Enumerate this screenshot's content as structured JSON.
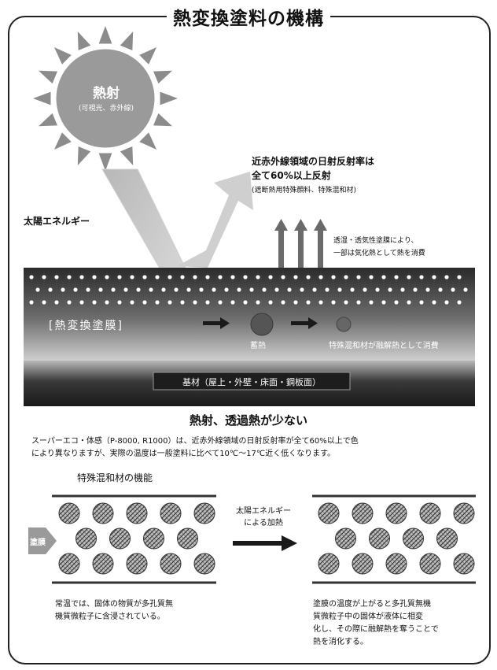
{
  "title": "熱変換塗料の機構",
  "sun": {
    "label": "熱射",
    "sub": "(可視光、赤外線)"
  },
  "solar_energy": "太陽エネルギー",
  "reflect": {
    "line1": "近赤外線領域の日射反射率は",
    "line2": "全て60%以上反射",
    "line3": "(遮断熱用特殊顔料、特殊混和材)"
  },
  "evap": {
    "line1": "透湿・透気性塗膜により、",
    "line2": "一部は気化熱として熱を消費"
  },
  "layer_label": "[熱変換塗膜]",
  "heat_storage": "蓄熱",
  "consumed": "特殊混和材が融解熱として消費",
  "substrate": "基材（屋上・外壁・床面・鋼板面）",
  "headline": "熱射、透過熱が少ない",
  "desc": {
    "line1": "スーパーエコ・体感（P-8000, R1000）は、近赤外線領域の日射反射率が全て60%以上で色",
    "line2": "により異なりますが、実際の温度は一般塗料に比べて10℃〜17℃近く低くなります。"
  },
  "function_title": "特殊混和材の機能",
  "coat_tag": "塗膜",
  "heating": {
    "line1": "太陽エネルギー",
    "line2": "による加熱"
  },
  "normal": {
    "line1": "常温では、固体の物質が多孔質無",
    "line2": "機質微粒子に含浸されている。"
  },
  "heated": {
    "line1": "塗膜の温度が上がると多孔質無機",
    "line2": "質微粒子中の固体が液体に相変",
    "line3": "化し、その際に融解熱を奪うことで",
    "line4": "熱を消化する。"
  }
}
